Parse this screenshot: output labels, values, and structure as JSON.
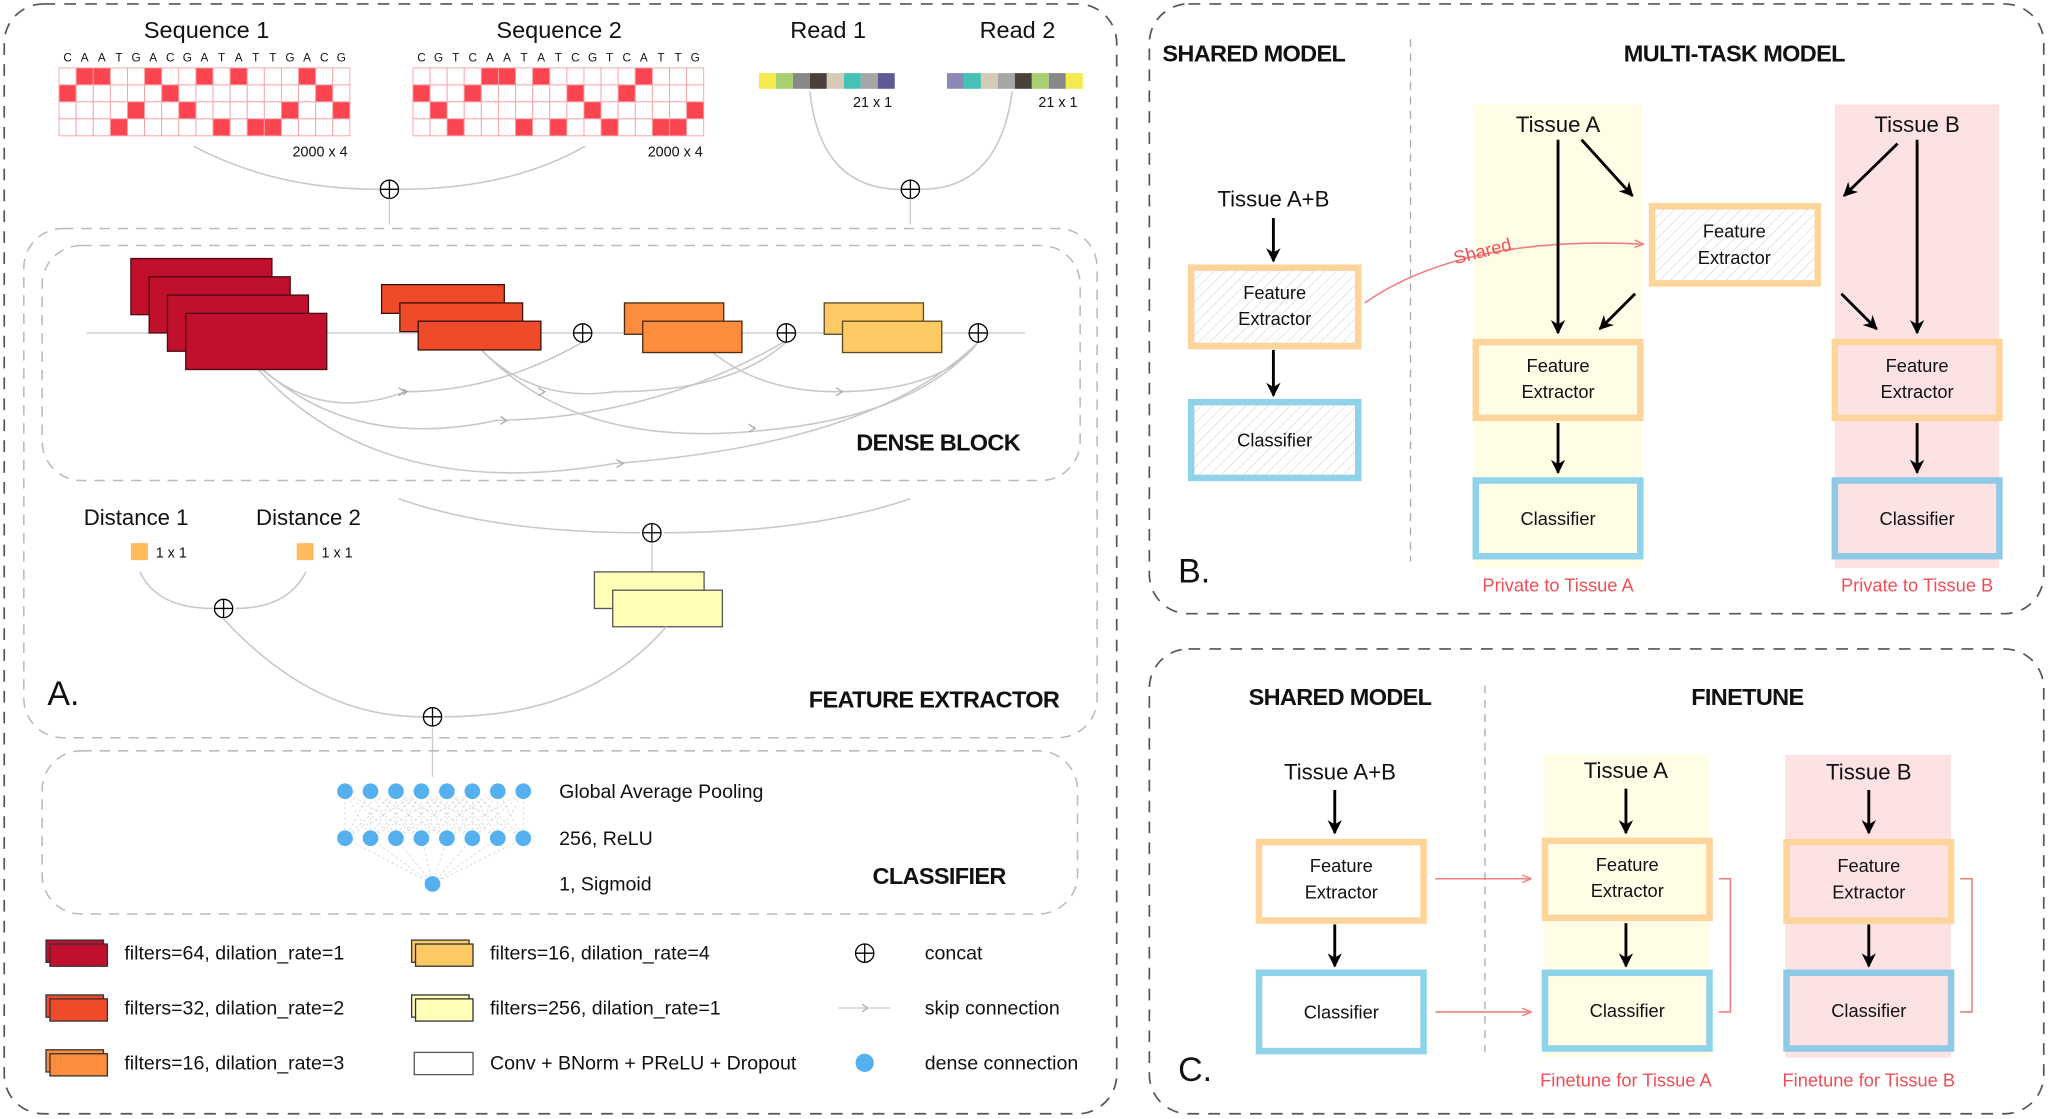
{
  "panel_a": {
    "panel_label": "A.",
    "sequence1": {
      "title": "Sequence 1",
      "bases": "CAATGACGATATTGACG",
      "shape": "2000 x 4"
    },
    "sequence2": {
      "title": "Sequence 2",
      "bases": "CGTCAATATCGTCATTG",
      "shape": "2000 x 4"
    },
    "read1": {
      "title": "Read 1",
      "shape": "21 x 1",
      "colors": [
        "#f5ea4f",
        "#a8d070",
        "#878787",
        "#4b413c",
        "#d6c9b5",
        "#45c1b5",
        "#a6a6a6",
        "#5f5a94"
      ]
    },
    "read2": {
      "title": "Read 2",
      "shape": "21 x 1",
      "colors": [
        "#8c88b5",
        "#45c1b5",
        "#d6c9b5",
        "#a6a6a6",
        "#4b413c",
        "#a8d070",
        "#878787",
        "#f5ea4f"
      ]
    },
    "dense_block_label": "DENSE BLOCK",
    "distance1": {
      "title": "Distance 1",
      "shape": "1 x 1"
    },
    "distance2": {
      "title": "Distance 2",
      "shape": "1 x 1"
    },
    "feature_extractor_label": "FEATURE EXTRACTOR",
    "classifier": {
      "label": "CLASSIFIER",
      "layers": [
        "Global Average Pooling",
        "256, ReLU",
        "1, Sigmoid"
      ]
    },
    "legend": [
      {
        "label": "filters=64, dilation_rate=1",
        "color": "#c0102e"
      },
      {
        "label": "filters=32, dilation_rate=2",
        "color": "#ef4a2a"
      },
      {
        "label": "filters=16, dilation_rate=3",
        "color": "#fb8d3d"
      },
      {
        "label": "filters=16, dilation_rate=4",
        "color": "#fdc965"
      },
      {
        "label": "filters=256, dilation_rate=1",
        "color": "#ffffb8"
      },
      {
        "label": "Conv + BNorm + PReLU + Dropout",
        "color": "#ffffff"
      },
      {
        "label": "concat",
        "icon": "circled-plus-icon"
      },
      {
        "label": "skip connection",
        "icon": "skip-arrow-icon"
      },
      {
        "label": "dense connection",
        "icon": "blue-dot-icon",
        "color": "#55b0f0"
      }
    ]
  },
  "panel_b": {
    "panel_label": "B.",
    "shared_title": "SHARED MODEL",
    "multitask_title": "MULTI-TASK MODEL",
    "tissue_ab": "Tissue A+B",
    "tissue_a": "Tissue A",
    "tissue_b": "Tissue B",
    "feature_extractor": "Feature Extractor",
    "classifier": "Classifier",
    "shared_label": "Shared",
    "private_a": "Private to Tissue A",
    "private_b": "Private to Tissue B"
  },
  "panel_c": {
    "panel_label": "C.",
    "shared_title": "SHARED MODEL",
    "finetune_title": "FINETUNE",
    "tissue_ab": "Tissue A+B",
    "tissue_a": "Tissue A",
    "tissue_b": "Tissue B",
    "feature_extractor": "Feature Extractor",
    "classifier": "Classifier",
    "finetune_a": "Finetune for Tissue A",
    "finetune_b": "Finetune for Tissue B"
  },
  "colors": {
    "onehot_red": "#fb4652",
    "feature_border": "#fdd49a",
    "classifier_border": "#8fd3ea",
    "tissue_a_bg": "#fffde6",
    "tissue_b_bg": "#fde2e4",
    "accent_red": "#ee4f57"
  }
}
